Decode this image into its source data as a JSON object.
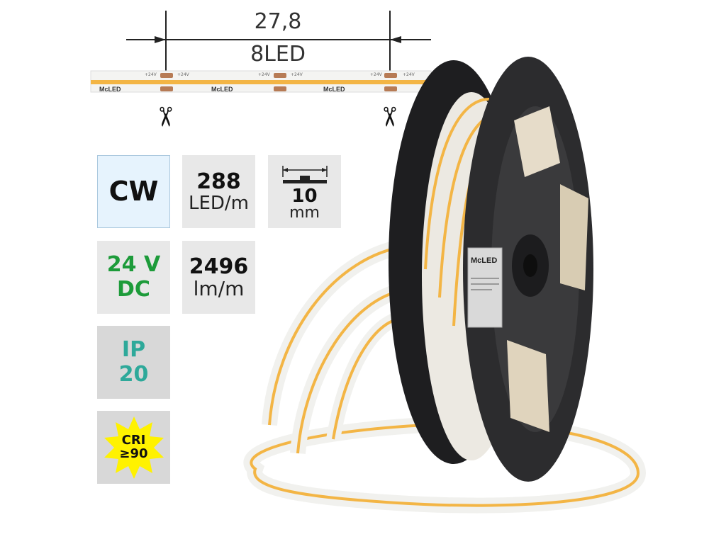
{
  "dimension": {
    "length": "27,8",
    "leds": "8LED"
  },
  "strip": {
    "brand": "McLED",
    "pad_label": "+24V"
  },
  "tiles": {
    "color_temp": "CW",
    "density_value": "288",
    "density_unit": "LED/m",
    "width_value": "10",
    "width_unit": "mm",
    "voltage_line1": "24 V",
    "voltage_line2": "DC",
    "flux_value": "2496",
    "flux_unit": "lm/m",
    "ip_line1": "IP",
    "ip_line2": "20",
    "cri_line1": "CRI",
    "cri_line2": "≥90"
  },
  "reel": {
    "brand": "McLED"
  },
  "colors": {
    "strip_yellow": "#f3b545",
    "reel_dark": "#2c2c2e",
    "cw_bg": "#e6f3fd",
    "green": "#1d9b3a",
    "teal": "#2ea99a",
    "star_yellow": "#fff200"
  }
}
